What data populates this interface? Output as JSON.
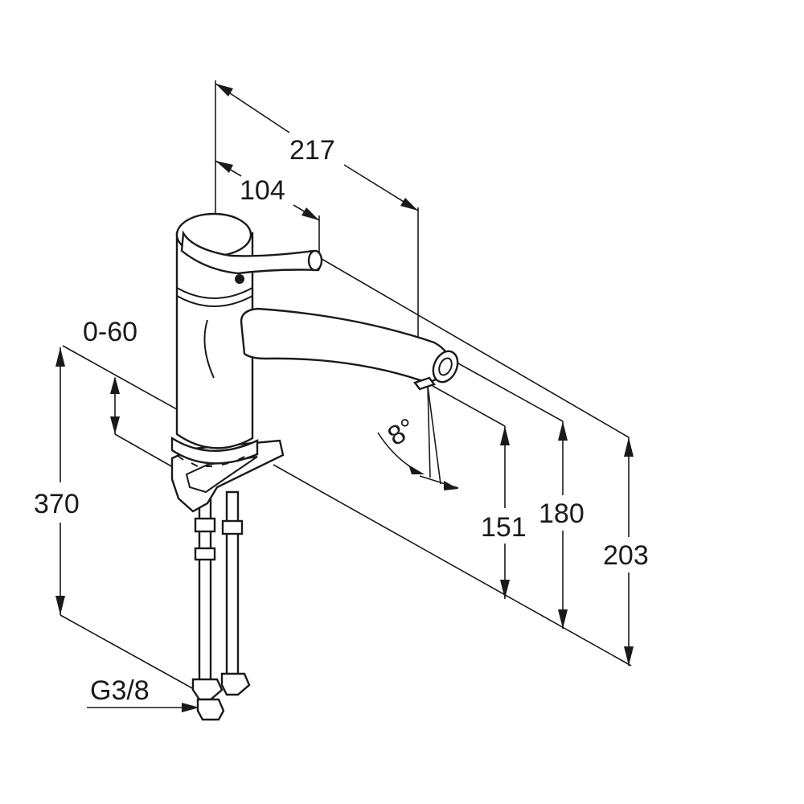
{
  "dimensions": {
    "d217": "217",
    "d104": "104",
    "d0_60": "0-60",
    "d370": "370",
    "d151": "151",
    "d180": "180",
    "d203": "203",
    "angle8": "8°",
    "thread": "G3/8"
  },
  "colors": {
    "line": "#1a1a1a",
    "background": "#ffffff"
  }
}
